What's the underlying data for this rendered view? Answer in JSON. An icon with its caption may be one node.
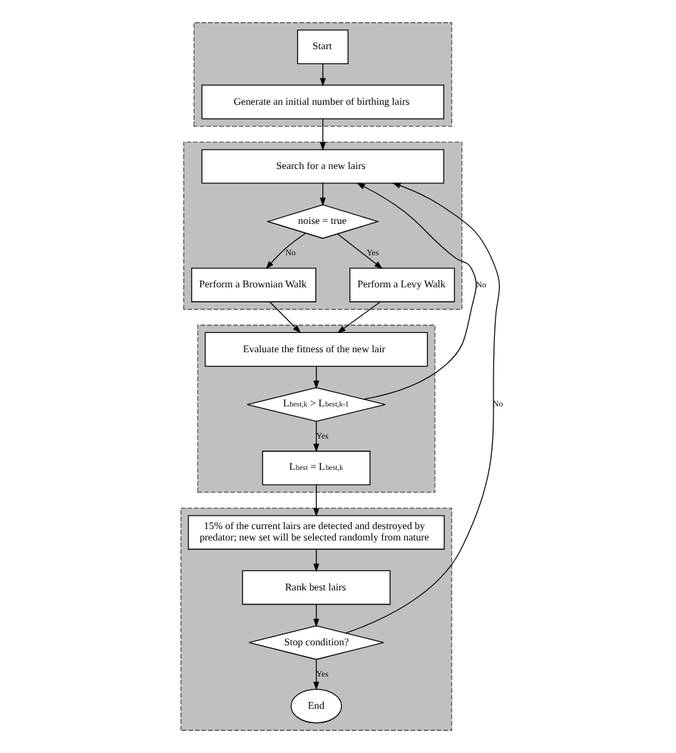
{
  "diagram": {
    "nodes": [
      {
        "text": [],
        "shape": "band"
      },
      {
        "text": [
          "Start"
        ],
        "in": 0
      },
      {
        "text": [
          "Generate an initial number of birthing lairs"
        ],
        "in": 0
      },
      {
        "text": [],
        "shape": "band"
      },
      {
        "text": [
          "Search for a new lairs"
        ],
        "in": 3
      },
      {
        "text": [
          "noise = true"
        ],
        "in": 3
      },
      {
        "text": [
          "Perform a Brownian Walk"
        ],
        "in": 3
      },
      {
        "text": [
          "Perform a Levy Walk"
        ],
        "in": 3
      },
      {
        "text": [],
        "shape": "band"
      },
      {
        "text": [
          "Evaluate the fitness of the new lair"
        ],
        "in": 8
      },
      {
        "text": [
          "L$^{best,k}$ > L$^{best,k-1}$"
        ],
        "in": 8
      },
      {
        "text": [
          "L$^{best}$ = L$^{best,k}$"
        ],
        "in": 8
      },
      {
        "text": [],
        "shape": "band"
      },
      {
        "text": [
          "15% of the current lairs are detected and destroyed by predator; new set will be selected randomly from nature"
        ],
        "in": 12
      },
      {
        "text": [
          "Rank best lairs"
        ],
        "in": 12
      },
      {
        "text": [
          "Stop condition?"
        ],
        "in": 12
      },
      {
        "text": [
          "End"
        ],
        "in": 12
      }
    ],
    "edges": [
      {
        "from": 1,
        "to": 2,
        "arrow": "to"
      },
      {
        "from": 2,
        "to": 4,
        "arrow": "to"
      },
      {
        "from": 4,
        "to": 5,
        "arrow": "to"
      },
      {
        "from": 5,
        "to": 6,
        "arrow": "to",
        "label": "No"
      },
      {
        "from": 5,
        "to": 7,
        "arrow": "to",
        "label": "Yes"
      },
      {
        "from": 6,
        "to": 9,
        "arrow": "to"
      },
      {
        "from": 7,
        "to": 9,
        "arrow": "to"
      },
      {
        "from": 9,
        "to": 10,
        "arrow": "to"
      },
      {
        "from": 10,
        "to": 4,
        "arrow": "to",
        "label": "No"
      },
      {
        "from": 10,
        "to": 11,
        "arrow": "to",
        "label": "Yes"
      },
      {
        "from": 11,
        "to": 13,
        "arrow": "to"
      },
      {
        "from": 13,
        "to": 14,
        "arrow": "to"
      },
      {
        "from": 14,
        "to": 15,
        "arrow": "to"
      },
      {
        "from": 15,
        "to": 4,
        "arrow": "to",
        "label": "No"
      },
      {
        "from": 15,
        "to": 16,
        "arrow": "to",
        "label": "Yes"
      }
    ]
  }
}
